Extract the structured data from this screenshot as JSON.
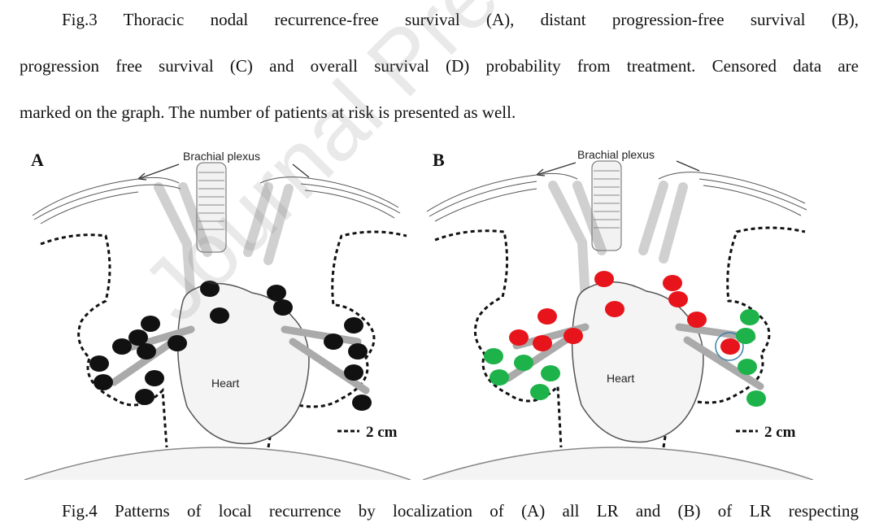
{
  "caption_top": {
    "line1": "Fig.3 Thoracic nodal recurrence-free survival (A), distant progression-free survival (B),",
    "line2": "progression free survival (C) and overall survival (D) probability from treatment. Censored data are",
    "line3": "marked on the graph. The number of patients at risk is presented as well."
  },
  "figure": {
    "panel_a": {
      "letter": "A",
      "brachial_label": "Brachial plexus",
      "heart_label": "Heart",
      "scale_label": "2 cm"
    },
    "panel_b": {
      "letter": "B",
      "brachial_label": "Brachial plexus",
      "heart_label": "Heart",
      "scale_label": "2 cm"
    }
  },
  "colors": {
    "marker_a": "#111111",
    "marker_b_red": "#e8141b",
    "marker_b_green": "#1db34a",
    "highlight_ring": "#3b7fa8"
  },
  "caption_bottom": "Fig.4 Patterns of local recurrence by localization of (A) all LR and (B) of LR respecting",
  "watermark": "Journal Pre-proof"
}
